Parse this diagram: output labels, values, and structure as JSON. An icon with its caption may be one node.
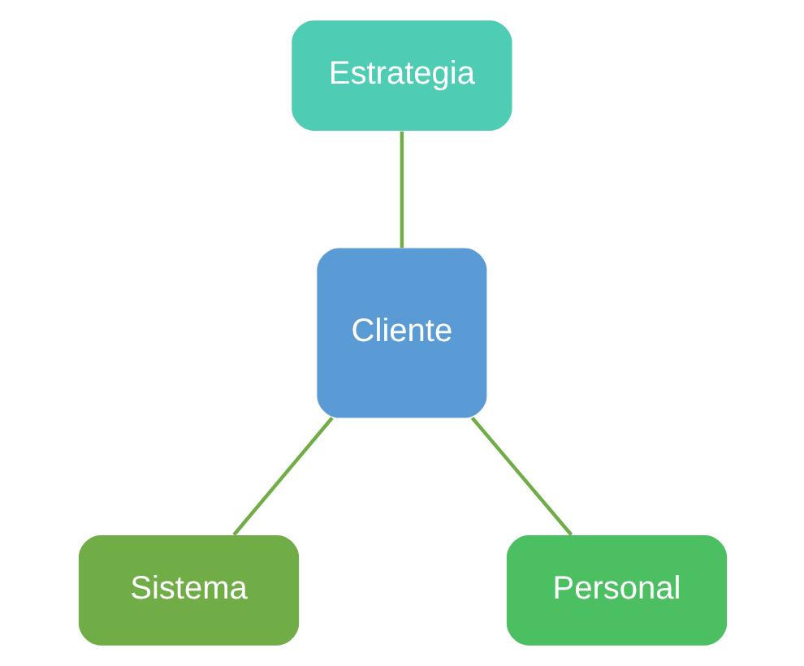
{
  "diagram": {
    "nodes": [
      {
        "text": [
          "Estrategia"
        ]
      },
      {
        "text": [
          "Cliente"
        ]
      },
      {
        "text": [
          "Sistema"
        ]
      },
      {
        "text": [
          "Personal"
        ]
      }
    ],
    "edges": [
      {
        "from": 0,
        "to": 1,
        "arrow": "none"
      },
      {
        "from": 1,
        "to": 2,
        "arrow": "none"
      },
      {
        "from": 1,
        "to": 3,
        "arrow": "none"
      }
    ]
  }
}
